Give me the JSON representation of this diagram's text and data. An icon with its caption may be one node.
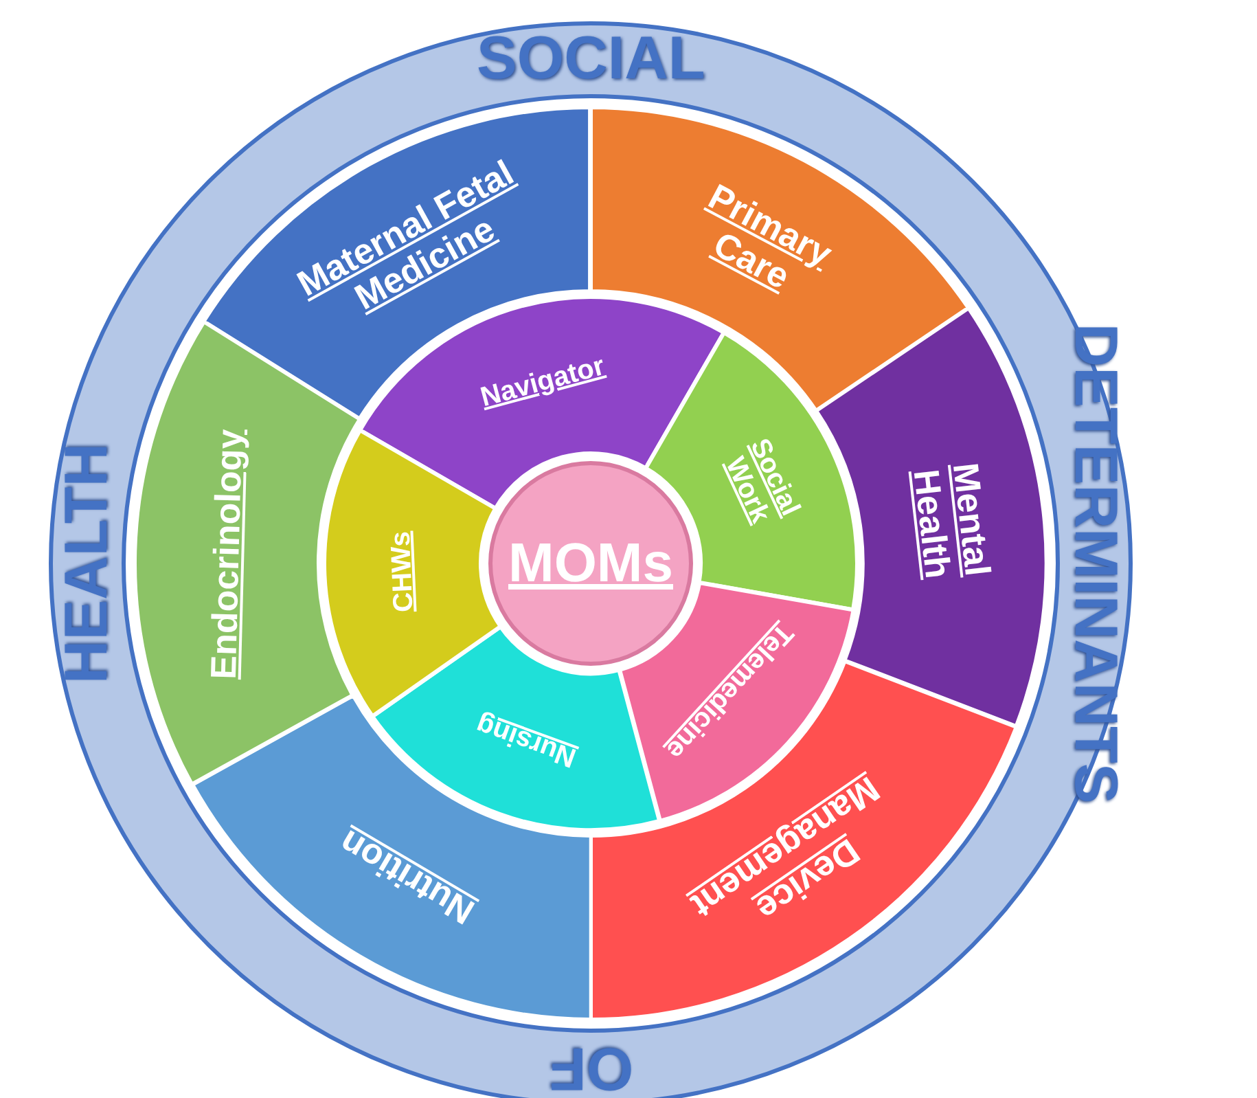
{
  "diagram": {
    "nodes": [
      {
        "text": [
          "SOCIAL",
          "DETERMINANTS",
          "OF",
          "HEALTH"
        ]
      },
      {
        "text": [
          "Maternal Fetal Medicine"
        ],
        "in": 0
      },
      {
        "text": [
          "Primary Care"
        ],
        "in": 0
      },
      {
        "text": [
          "Mental Health"
        ],
        "in": 0
      },
      {
        "text": [
          "Device Management"
        ],
        "in": 0
      },
      {
        "text": [
          "Nutrition"
        ],
        "in": 0
      },
      {
        "text": [
          "Endocrinology"
        ],
        "in": 0
      },
      {
        "text": [
          "Navigator"
        ],
        "in": 0
      },
      {
        "text": [
          "Social Work"
        ],
        "in": 0
      },
      {
        "text": [
          "Telemedicine"
        ],
        "in": 0
      },
      {
        "text": [
          "Nursing"
        ],
        "in": 0
      },
      {
        "text": [
          "CHWs"
        ],
        "in": 0
      },
      {
        "text": [
          "MOMs"
        ],
        "in": 0
      }
    ]
  }
}
